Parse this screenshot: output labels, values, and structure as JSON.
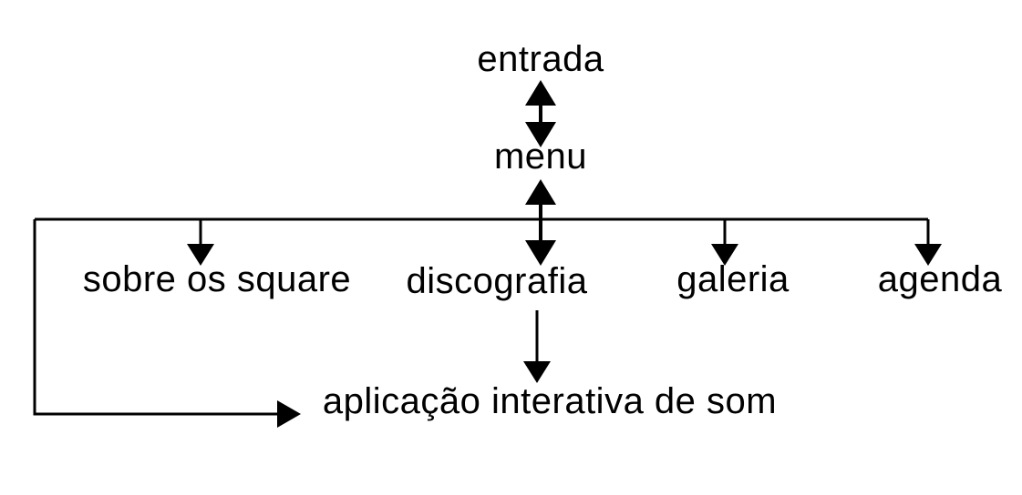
{
  "diagram": {
    "background_color": "#ffffff",
    "line_color": "#000000",
    "text_color": "#000000",
    "nodes": {
      "entrada": "entrada",
      "menu": "menu",
      "sobre_os_square": "sobre os square",
      "discografia": "discografia",
      "galeria": "galeria",
      "agenda": "agenda",
      "aplicacao_interativa": "aplicação interativa de som"
    },
    "edges": [
      {
        "from": "entrada",
        "to": "menu",
        "direction": "bidirectional"
      },
      {
        "from": "menu",
        "to": "discografia",
        "direction": "bidirectional"
      },
      {
        "from": "menu",
        "to": "sobre_os_square",
        "direction": "down"
      },
      {
        "from": "menu",
        "to": "galeria",
        "direction": "down"
      },
      {
        "from": "menu",
        "to": "agenda",
        "direction": "down"
      },
      {
        "from": "discografia",
        "to": "aplicacao_interativa",
        "direction": "down"
      },
      {
        "from": "menu",
        "to": "aplicacao_interativa",
        "direction": "right-via-left-rail"
      }
    ]
  }
}
